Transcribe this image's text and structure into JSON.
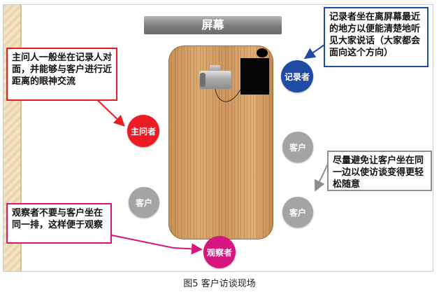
{
  "screen": {
    "label": "屏幕"
  },
  "roles": {
    "recorder": "记录者",
    "interviewer": "主问者",
    "observer": "观察者",
    "client_right_top": "客户",
    "client_left": "客户",
    "client_right_bottom": "客户"
  },
  "notes": {
    "recorder": "记录者坐在离屏幕最近的地方以便能清楚地听见大家说话（大家都会面向这个方向）",
    "interviewer": "主问人一般坐在记录人对面，并能够与客户进行近距离的眼神交流",
    "clients": "尽量避免让客户坐在同一边以使访谈变得更轻松随意",
    "observer": "观察者不要与客户坐在同一排，这样便于观察"
  },
  "colors": {
    "recorder": "#1f4ba5",
    "interviewer": "#ee1b24",
    "client": "#a4a4a4",
    "observer": "#d6157f"
  },
  "caption": "图5 客户访谈现场"
}
